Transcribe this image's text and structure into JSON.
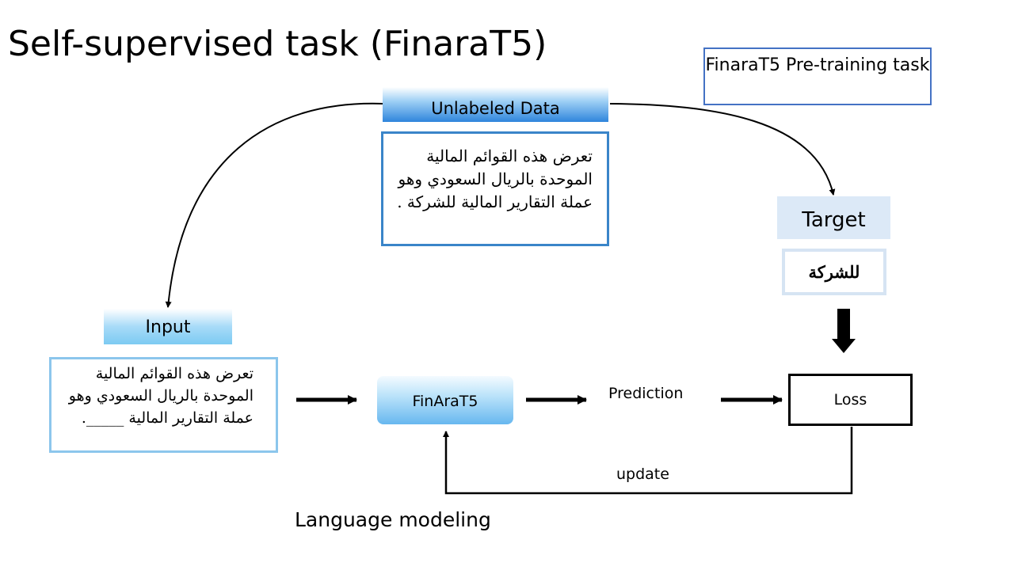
{
  "title": "Self-supervised task (FinaraT5)",
  "legend": {
    "text": "FinaraT5 Pre-training task"
  },
  "unlabeled": {
    "header": "Unlabeled Data",
    "lines": [
      "تعرض هذه القوائم المالية",
      "الموحدة بالريال السعودي وهو",
      "عملة التقارير المالية للشركة ."
    ]
  },
  "target": {
    "header": "Target",
    "value": "للشركة"
  },
  "input": {
    "header": "Input",
    "lines": [
      "تعرض هذه القوائم المالية",
      "الموحدة بالريال السعودي وهو",
      "عملة التقارير المالية _____."
    ]
  },
  "model": {
    "label": "FinAraT5"
  },
  "prediction": {
    "label": "Prediction"
  },
  "loss": {
    "label": "Loss"
  },
  "update": {
    "label": "update"
  },
  "caption": "Language modeling",
  "colors": {
    "box_border": "#3a85c9",
    "legend_border": "#4472c4",
    "unlabeled_gradient": "#2f85dc",
    "input_gradient": "#7ccaf2",
    "target_fill": "#dce9f7",
    "arrow": "#000000"
  }
}
